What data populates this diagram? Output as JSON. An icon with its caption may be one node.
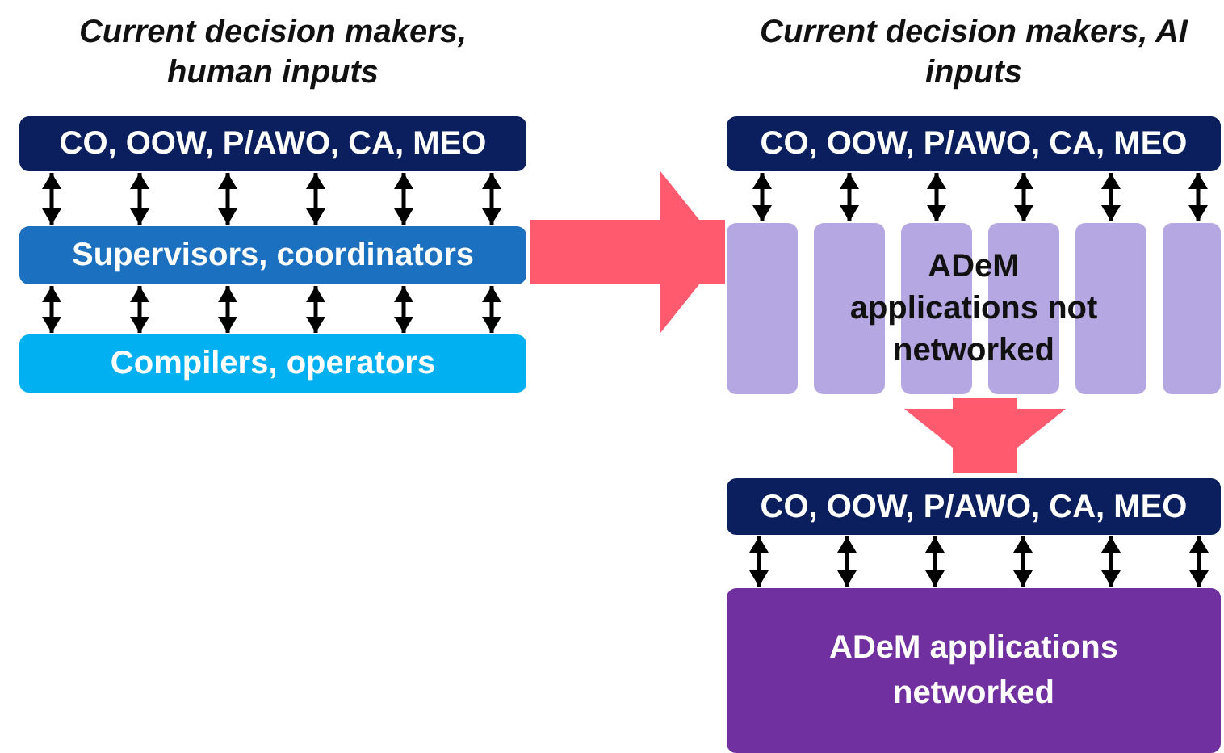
{
  "diagram": {
    "nodes": [
      {
        "text": [
          "CO, OOW, P/AWO, CA, MEO"
        ]
      },
      {
        "text": [
          "Supervisors, coordinators"
        ]
      },
      {
        "text": [
          "Compilers, operators"
        ]
      },
      {
        "text": [
          "CO, OOW, P/AWO, CA, MEO"
        ]
      },
      {
        "text": [
          "ADeM applications not networked"
        ]
      },
      {
        "text": [],
        "shape": "bar",
        "in": 4
      },
      {
        "text": [],
        "shape": "bar",
        "in": 4
      },
      {
        "text": [],
        "shape": "bar",
        "in": 4
      },
      {
        "text": [],
        "shape": "bar",
        "in": 4
      },
      {
        "text": [],
        "shape": "bar",
        "in": 4
      },
      {
        "text": [],
        "shape": "bar",
        "in": 4
      },
      {
        "text": [
          "CO, OOW, P/AWO, CA, MEO"
        ]
      },
      {
        "text": [
          "ADeM applications networked"
        ]
      }
    ],
    "edges": [
      {
        "from": 0,
        "to": 1,
        "arrow": "both"
      },
      {
        "from": 0,
        "to": 1,
        "arrow": "both"
      },
      {
        "from": 0,
        "to": 1,
        "arrow": "both"
      },
      {
        "from": 0,
        "to": 1,
        "arrow": "both"
      },
      {
        "from": 0,
        "to": 1,
        "arrow": "both"
      },
      {
        "from": 0,
        "to": 1,
        "arrow": "both"
      },
      {
        "from": 1,
        "to": 2,
        "arrow": "both"
      },
      {
        "from": 1,
        "to": 2,
        "arrow": "both"
      },
      {
        "from": 1,
        "to": 2,
        "arrow": "both"
      },
      {
        "from": 1,
        "to": 2,
        "arrow": "both"
      },
      {
        "from": 1,
        "to": 2,
        "arrow": "both"
      },
      {
        "from": 1,
        "to": 2,
        "arrow": "both"
      },
      {
        "from": 3,
        "to": 5,
        "arrow": "both"
      },
      {
        "from": 3,
        "to": 6,
        "arrow": "both"
      },
      {
        "from": 3,
        "to": 7,
        "arrow": "both"
      },
      {
        "from": 3,
        "to": 8,
        "arrow": "both"
      },
      {
        "from": 3,
        "to": 9,
        "arrow": "both"
      },
      {
        "from": 3,
        "to": 10,
        "arrow": "both"
      },
      {
        "from": 11,
        "to": 12,
        "arrow": "both"
      },
      {
        "from": 11,
        "to": 12,
        "arrow": "both"
      },
      {
        "from": 11,
        "to": 12,
        "arrow": "both"
      },
      {
        "from": 11,
        "to": 12,
        "arrow": "both"
      },
      {
        "from": 11,
        "to": 12,
        "arrow": "both"
      },
      {
        "from": 11,
        "to": 12,
        "arrow": "both"
      },
      {
        "from": 1,
        "to": 4,
        "arrow": "to",
        "style": "thick",
        "color": "#ff5a6e"
      },
      {
        "from": 4,
        "to": 11,
        "arrow": "to",
        "style": "thick",
        "color": "#ff5a6e"
      }
    ],
    "labels": [
      "Current decision makers, human inputs",
      "Current decision makers, AI inputs"
    ]
  }
}
